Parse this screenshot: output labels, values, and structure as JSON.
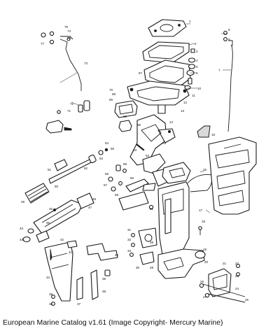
{
  "caption": "European Marine Catalog v1.61 (Image Copyright- Mercury Marine)",
  "callouts": [
    "1",
    "2",
    "3",
    "4",
    "5",
    "6",
    "7",
    "8",
    "9",
    "10",
    "11",
    "12",
    "13",
    "14",
    "15",
    "16",
    "17",
    "18",
    "19",
    "20",
    "21",
    "22",
    "23",
    "24",
    "25",
    "26",
    "27",
    "28",
    "29",
    "30",
    "31",
    "32",
    "33",
    "34",
    "35",
    "36",
    "37",
    "38",
    "39",
    "40",
    "41",
    "42",
    "43",
    "44",
    "45",
    "46",
    "47",
    "48",
    "49",
    "50",
    "51",
    "52",
    "53",
    "54",
    "55",
    "56",
    "57",
    "58",
    "59",
    "60",
    "61",
    "62",
    "63",
    "64",
    "65",
    "66",
    "67",
    "68",
    "69",
    "70",
    "71",
    "72",
    "73",
    "74",
    "75",
    "76",
    "77"
  ]
}
